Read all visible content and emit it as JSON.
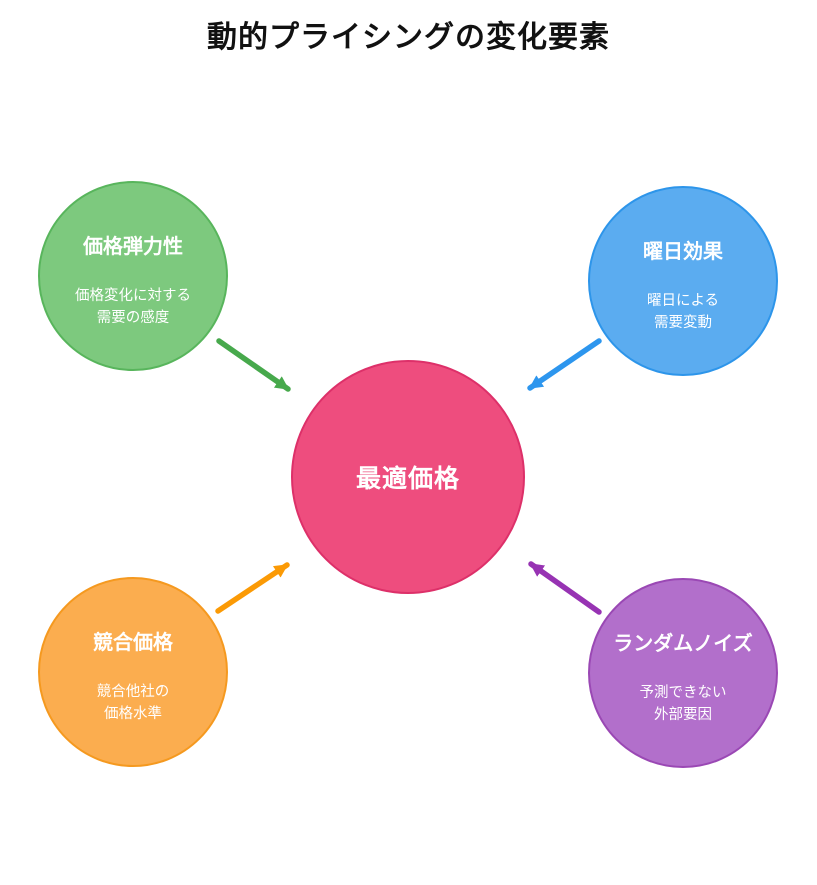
{
  "title": "動的プライシングの変化要素",
  "center_node": {
    "label": "最適価格",
    "fill": "#EE4D7E",
    "border": "#DD3069",
    "text_color": "#FFFFFF"
  },
  "factors": [
    {
      "id": "price-elasticity",
      "title": "価格弾力性",
      "description": "価格変化に対する\n需要の感度",
      "fill": "#7DC97E",
      "border": "#58B55C",
      "arrow_color": "#47A94C",
      "text_color": "#FFFFFF",
      "position": "top-left"
    },
    {
      "id": "weekday-effect",
      "title": "曜日効果",
      "description": "曜日による\n需要変動",
      "fill": "#5BACF0",
      "border": "#2D95EA",
      "arrow_color": "#2D96EE",
      "text_color": "#FFFFFF",
      "position": "top-right"
    },
    {
      "id": "competitor-price",
      "title": "競合価格",
      "description": "競合他社の\n価格水準",
      "fill": "#FBAD4F",
      "border": "#F5991F",
      "arrow_color": "#FB9A05",
      "text_color": "#FFFFFF",
      "position": "bottom-left"
    },
    {
      "id": "random-noise",
      "title": "ランダムノイズ",
      "description": "予測できない\n外部要因",
      "fill": "#B26FCB",
      "border": "#9A48B4",
      "arrow_color": "#9733B3",
      "text_color": "#FFFFFF",
      "position": "bottom-right"
    }
  ]
}
